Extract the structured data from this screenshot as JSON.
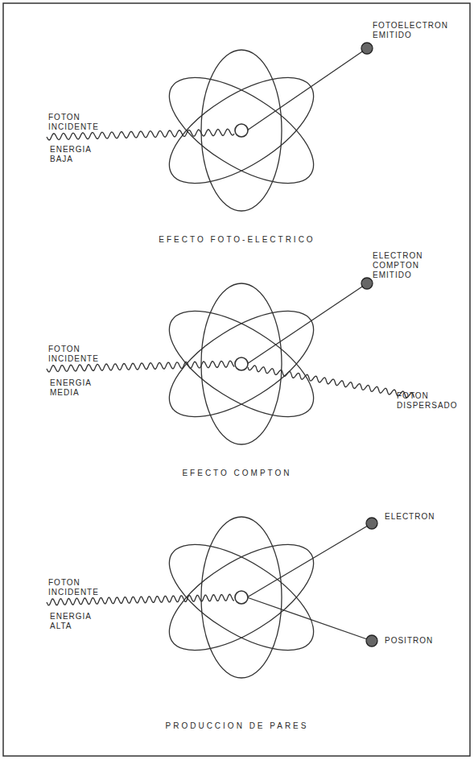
{
  "diagram": {
    "labels": [
      "FOTOELECTRON EMITIDO",
      "FOTON INCIDENTE",
      "ENERGIA BAJA",
      "EFECTO FOTO-ELECTRICO",
      "ELECTRON COMPTON EMITIDO",
      "FOTON INCIDENTE",
      "ENERGIA MEDIA",
      "FOTON DISPERSADO",
      "EFECTO COMPTON",
      "ELECTRON",
      "FOTON INCIDENTE",
      "ENERGIA ALTA",
      "POSITRON",
      "PRODUCCION DE PARES"
    ]
  }
}
